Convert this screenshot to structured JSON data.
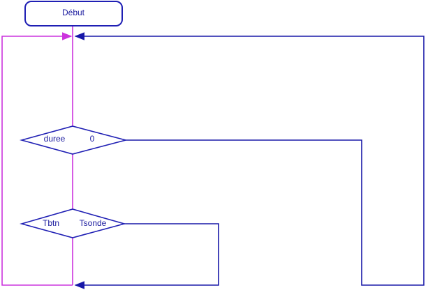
{
  "colors": {
    "node_stroke": "#1f1fb4",
    "node_text": "#1a1a9e",
    "flow_magenta": "#cc33dd",
    "flow_blue": "#1818a8",
    "background": "#ffffff"
  },
  "nodes": {
    "start": {
      "label": "Début"
    },
    "decision_duree": {
      "left_label": "duree",
      "right_label": "0"
    },
    "decision_tbtn": {
      "left_label": "Tbtn",
      "right_label": "Tsonde"
    }
  }
}
